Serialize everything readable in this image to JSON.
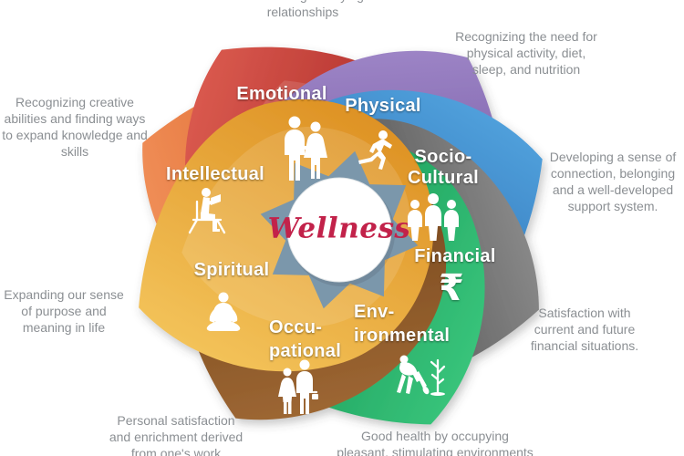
{
  "center": {
    "label": "Wellness",
    "text_color": "#c2224a",
    "circle_color": "#ffffff"
  },
  "colors": {
    "star_accent": "#7b97ab",
    "annotation_text": "#8b8f93",
    "petal_label_text": "#ffffff"
  },
  "petals": [
    {
      "id": "intellectual",
      "lines": [
        "Intellectual"
      ],
      "color_light": "#f2935b",
      "color_dark": "#d4511c",
      "icon": "reading-person-icon"
    },
    {
      "id": "emotional",
      "lines": [
        "Emotional"
      ],
      "color_light": "#df5f53",
      "color_dark": "#9c1a1a",
      "icon": "couple-icon"
    },
    {
      "id": "physical",
      "lines": [
        "Physical"
      ],
      "color_light": "#a38bcb",
      "color_dark": "#593c8d",
      "icon": "runner-icon"
    },
    {
      "id": "socio-cultural",
      "lines": [
        "Socio-",
        "Cultural"
      ],
      "color_light": "#55a6e0",
      "color_dark": "#1c5ca6",
      "icon": "people-group-icon"
    },
    {
      "id": "financial",
      "lines": [
        "Financial"
      ],
      "color_light": "#909090",
      "color_dark": "#2c2c2c",
      "icon": "rupee-icon",
      "currency_symbol": "₹"
    },
    {
      "id": "environmental",
      "lines": [
        "Env-",
        "ironmental"
      ],
      "color_light": "#3cc97f",
      "color_dark": "#0e8a4b",
      "icon": "tree-planting-icon"
    },
    {
      "id": "occupational",
      "lines": [
        "Occu-",
        "pational"
      ],
      "color_light": "#a26b35",
      "color_dark": "#663916",
      "icon": "workers-icon"
    },
    {
      "id": "spiritual",
      "lines": [
        "Spiritual"
      ],
      "color_light": "#f5c75e",
      "color_dark": "#dd9022",
      "icon": "meditation-icon"
    }
  ],
  "annotations": [
    {
      "id": "emotional",
      "lines": [
        "maintaining satisfying",
        "relationships"
      ]
    },
    {
      "id": "physical",
      "lines": [
        "Recognizing the need for",
        "physical activity, diet,",
        "sleep, and nutrition"
      ]
    },
    {
      "id": "socio-cultural",
      "lines": [
        "Developing a sense of",
        "connection, belonging",
        "and a well-developed",
        "support system."
      ]
    },
    {
      "id": "financial",
      "lines": [
        "Satisfaction with",
        "current and future",
        "financial situations."
      ]
    },
    {
      "id": "environmental",
      "lines": [
        "Good health by occupying",
        "pleasant, stimulating environments"
      ]
    },
    {
      "id": "occupational",
      "lines": [
        "Personal satisfaction",
        "and enrichment derived",
        "from one's work"
      ]
    },
    {
      "id": "spiritual",
      "lines": [
        "Expanding our sense",
        "of purpose and",
        "meaning in life"
      ]
    },
    {
      "id": "intellectual",
      "lines": [
        "Recognizing creative",
        "abilities and finding ways",
        "to expand knowledge and",
        "skills"
      ]
    }
  ]
}
